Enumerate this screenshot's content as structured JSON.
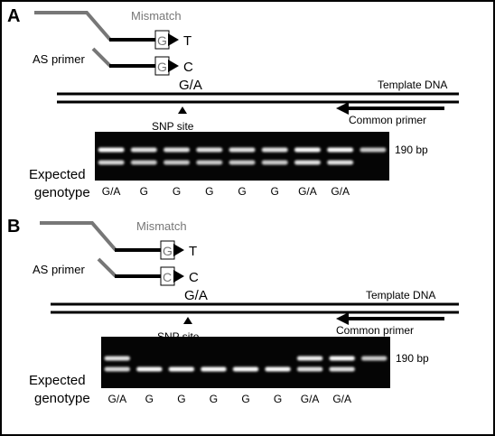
{
  "panels": [
    {
      "letter": "A",
      "mismatch_label": "Mismatch",
      "primer_top": {
        "base": "G",
        "end": "T"
      },
      "primer_bottom": {
        "base": "G",
        "end": "C"
      },
      "as_primer_label": "AS primer",
      "snp_allele": "G/A",
      "template_label": "Template DNA",
      "common_primer_label": "Common primer",
      "snp_site_label": "SNP site",
      "size_label": "190 bp",
      "expected_label_1": "Expected",
      "expected_label_2": "genotype",
      "lanes": [
        {
          "genotype": "G/A",
          "upper": 1.0,
          "lower": 0.85
        },
        {
          "genotype": "G",
          "upper": 0.9,
          "lower": 0.8
        },
        {
          "genotype": "G",
          "upper": 0.9,
          "lower": 0.8
        },
        {
          "genotype": "G",
          "upper": 0.9,
          "lower": 0.8
        },
        {
          "genotype": "G",
          "upper": 0.9,
          "lower": 0.8
        },
        {
          "genotype": "G",
          "upper": 0.9,
          "lower": 0.8
        },
        {
          "genotype": "G/A",
          "upper": 1.0,
          "lower": 0.9
        },
        {
          "genotype": "G/A",
          "upper": 1.0,
          "lower": 0.9
        },
        {
          "genotype": "",
          "upper": 0.8,
          "lower": 0
        }
      ]
    },
    {
      "letter": "B",
      "mismatch_label": "Mismatch",
      "primer_top": {
        "base": "G",
        "end": "T"
      },
      "primer_bottom": {
        "base": "C",
        "end": "C"
      },
      "as_primer_label": "AS primer",
      "snp_allele": "G/A",
      "template_label": "Template DNA",
      "common_primer_label": "Common primer",
      "snp_site_label": "SNP site",
      "size_label": "190 bp",
      "expected_label_1": "Expected",
      "expected_label_2": "genotype",
      "lanes": [
        {
          "genotype": "G/A",
          "upper": 0.9,
          "lower": 0.85
        },
        {
          "genotype": "G",
          "upper": 0,
          "lower": 1.0
        },
        {
          "genotype": "G",
          "upper": 0,
          "lower": 1.0
        },
        {
          "genotype": "G",
          "upper": 0,
          "lower": 1.0
        },
        {
          "genotype": "G",
          "upper": 0,
          "lower": 1.0
        },
        {
          "genotype": "G",
          "upper": 0,
          "lower": 1.0
        },
        {
          "genotype": "G/A",
          "upper": 0.95,
          "lower": 0.9
        },
        {
          "genotype": "G/A",
          "upper": 1.0,
          "lower": 0.9
        },
        {
          "genotype": "",
          "upper": 0.8,
          "lower": 0
        }
      ]
    }
  ],
  "colors": {
    "border": "#000000",
    "primer_grey": "#777777",
    "mismatch_grey": "#777777",
    "gel_bg": "#050505",
    "band": "#ffffff"
  }
}
